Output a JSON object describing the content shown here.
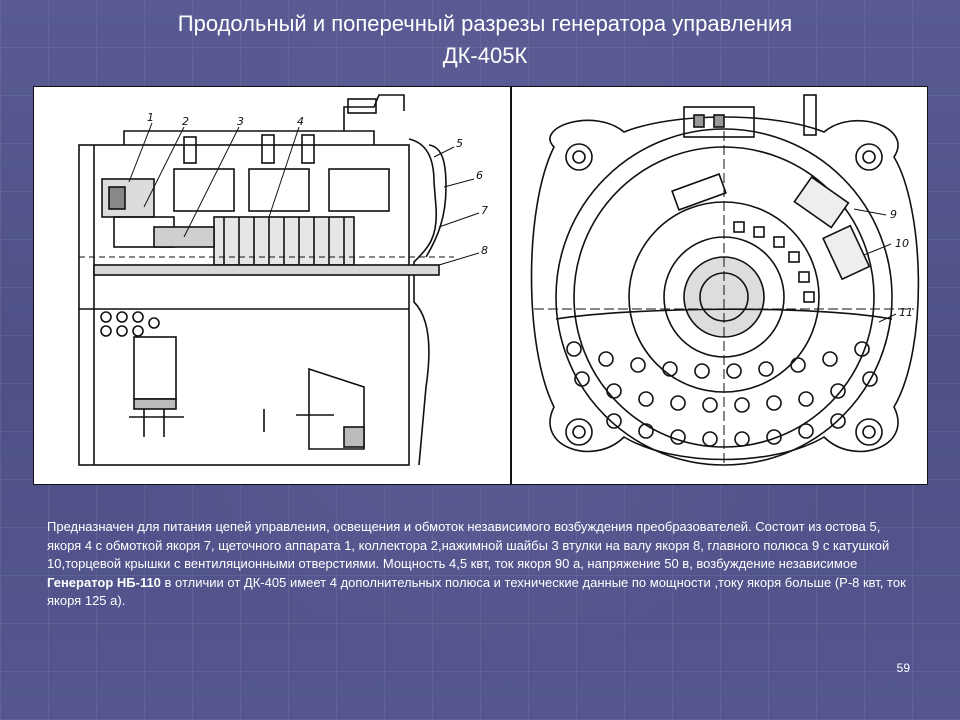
{
  "slide": {
    "title_line1": "Продольный и поперечный разрезы генератора управления",
    "title_line2": "ДК-405К",
    "page_number": "59"
  },
  "figure": {
    "left_labels": [
      "1",
      "2",
      "3",
      "4",
      "5",
      "6",
      "7",
      "8"
    ],
    "right_labels": [
      "9",
      "10",
      "11"
    ]
  },
  "description": {
    "paragraph1": "Предназначен для питания цепей управления, освещения и обмоток независимого возбуждения преобразователей. Состоит из остова 5, якоря 4 с обмоткой якоря 7, щеточного аппарата 1, коллектора 2,нажимной шайбы 3 втулки на валу якоря 8, главного полюса 9 с катушкой 10,торцевой крышки с вентиляционными отверстиями. Мощность 4,5 квт, ток якоря 90 а, напряжение 50 в, возбуждение независимое",
    "para2_bold": "Генератор НБ-110",
    "para2_rest": " в отличии от ДК-405 имеет 4 дополнительных полюса и технические данные по мощности ,току якоря больше (Р-8 квт, ток якоря 125 а)."
  }
}
